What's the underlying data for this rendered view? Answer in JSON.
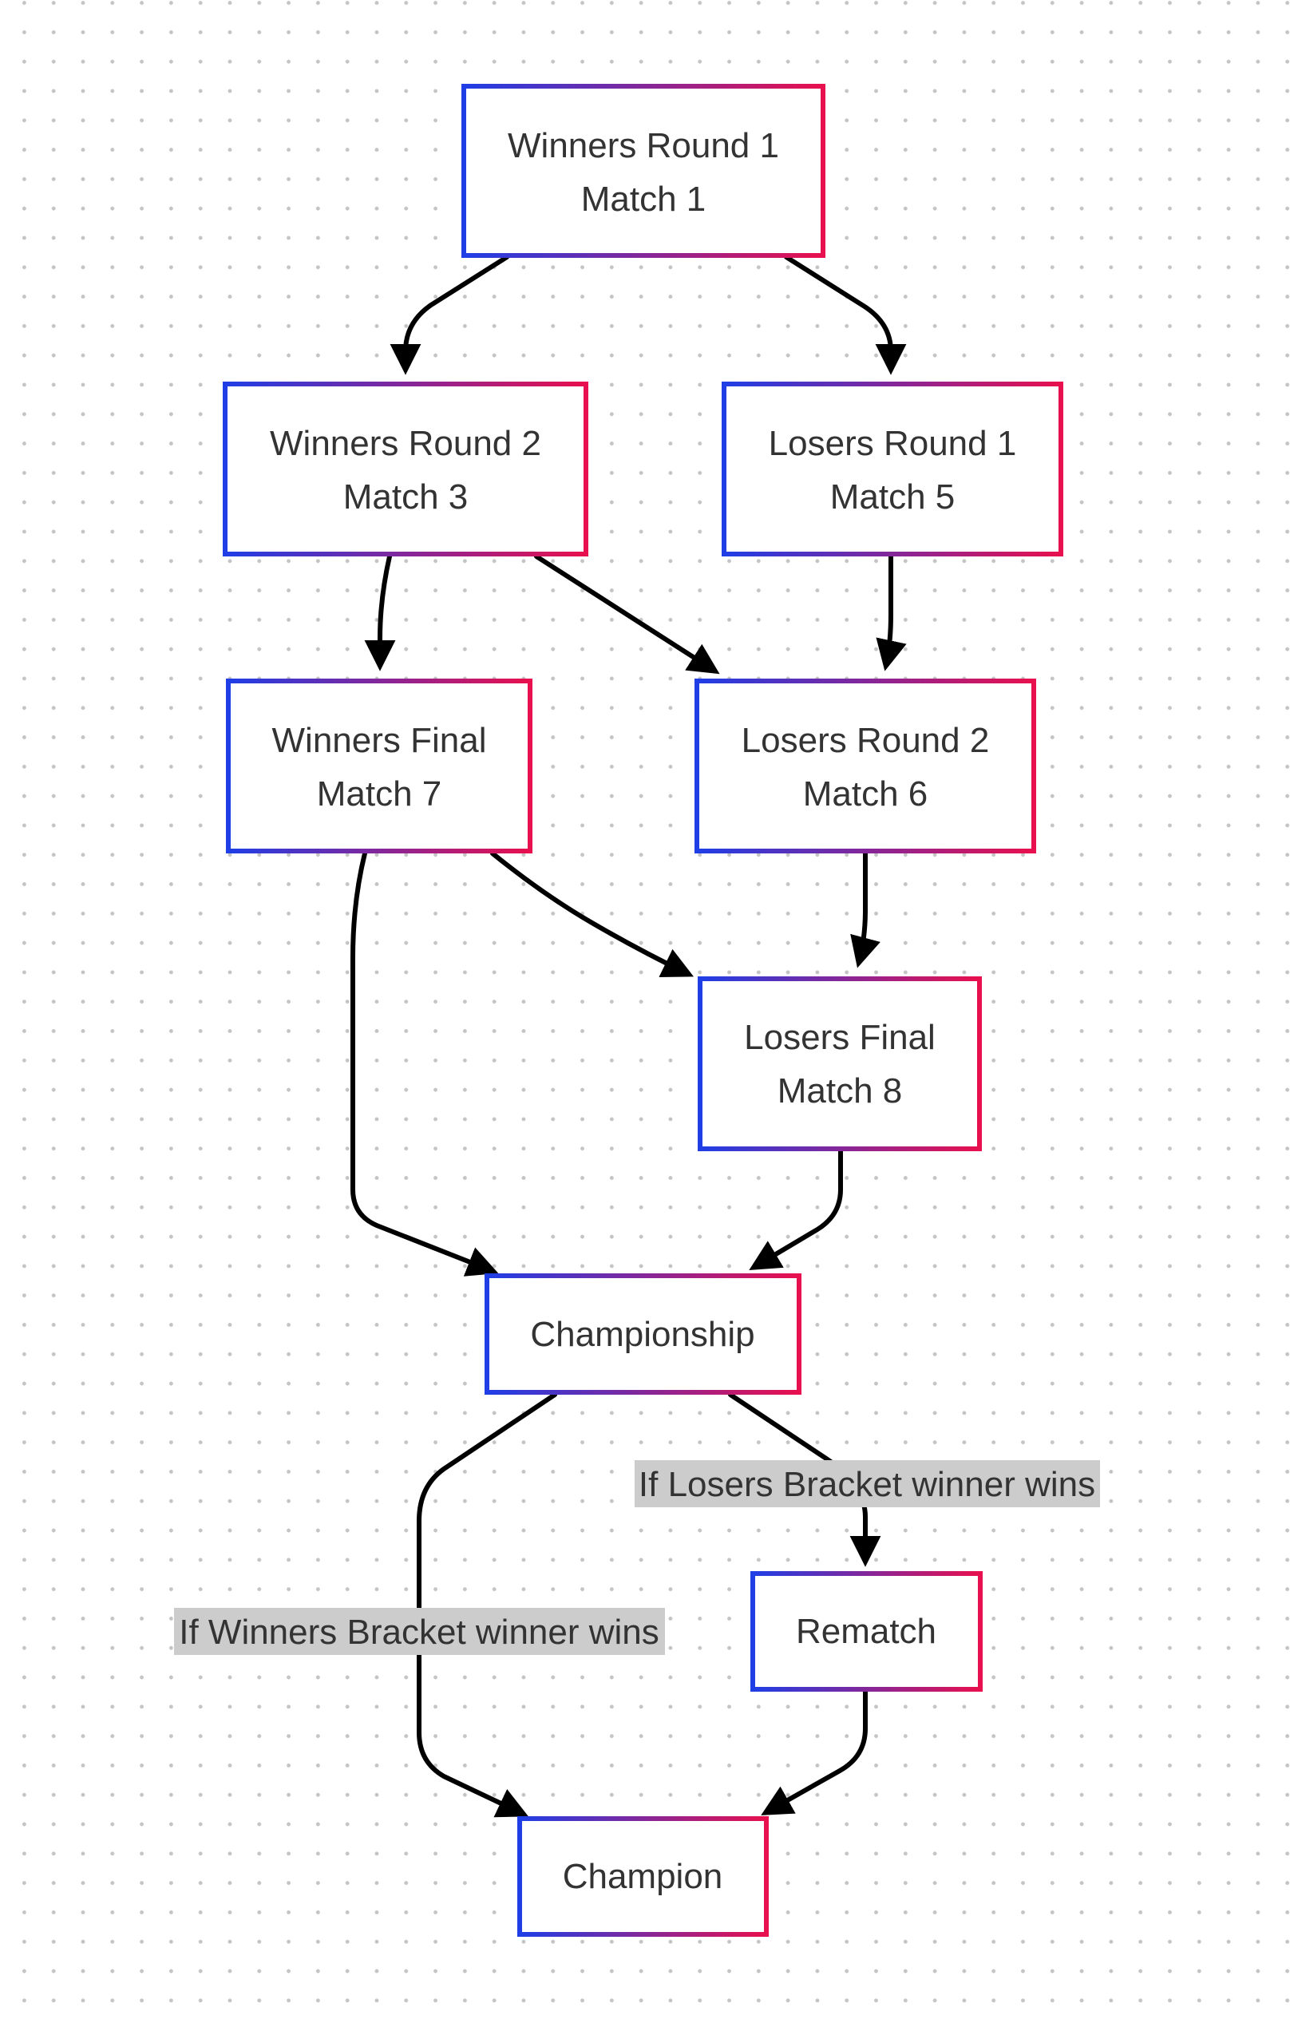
{
  "colors": {
    "border_start": "#1f3ee6",
    "border_end": "#e8104e",
    "edge": "#000000",
    "label_background": "#cccccc",
    "text": "#333333",
    "dots": "#c4c4c4"
  },
  "nodes": {
    "wr1": {
      "line1": "Winners Round 1",
      "line2": "Match 1"
    },
    "wr2": {
      "line1": "Winners Round 2",
      "line2": "Match 3"
    },
    "lr1": {
      "line1": "Losers Round 1",
      "line2": "Match 5"
    },
    "wf": {
      "line1": "Winners Final",
      "line2": "Match 7"
    },
    "lr2": {
      "line1": "Losers Round 2",
      "line2": "Match 6"
    },
    "lf": {
      "line1": "Losers Final",
      "line2": "Match 8"
    },
    "championship": {
      "line1": "Championship"
    },
    "rematch": {
      "line1": "Rematch"
    },
    "champion": {
      "line1": "Champion"
    }
  },
  "edges": [
    {
      "from": "wr1",
      "to": "wr2"
    },
    {
      "from": "wr1",
      "to": "lr1"
    },
    {
      "from": "wr2",
      "to": "wf"
    },
    {
      "from": "wr2",
      "to": "lr2"
    },
    {
      "from": "lr1",
      "to": "lr2"
    },
    {
      "from": "wf",
      "to": "lf"
    },
    {
      "from": "lr2",
      "to": "lf"
    },
    {
      "from": "wf",
      "to": "championship"
    },
    {
      "from": "lf",
      "to": "championship"
    },
    {
      "from": "championship",
      "to": "rematch",
      "label": "If Losers Bracket winner wins"
    },
    {
      "from": "championship",
      "to": "champion",
      "label": "If Winners Bracket winner wins"
    },
    {
      "from": "rematch",
      "to": "champion"
    }
  ],
  "edge_labels": {
    "losers_wins": "If Losers Bracket winner wins",
    "winners_wins": "If Winners Bracket winner wins"
  }
}
